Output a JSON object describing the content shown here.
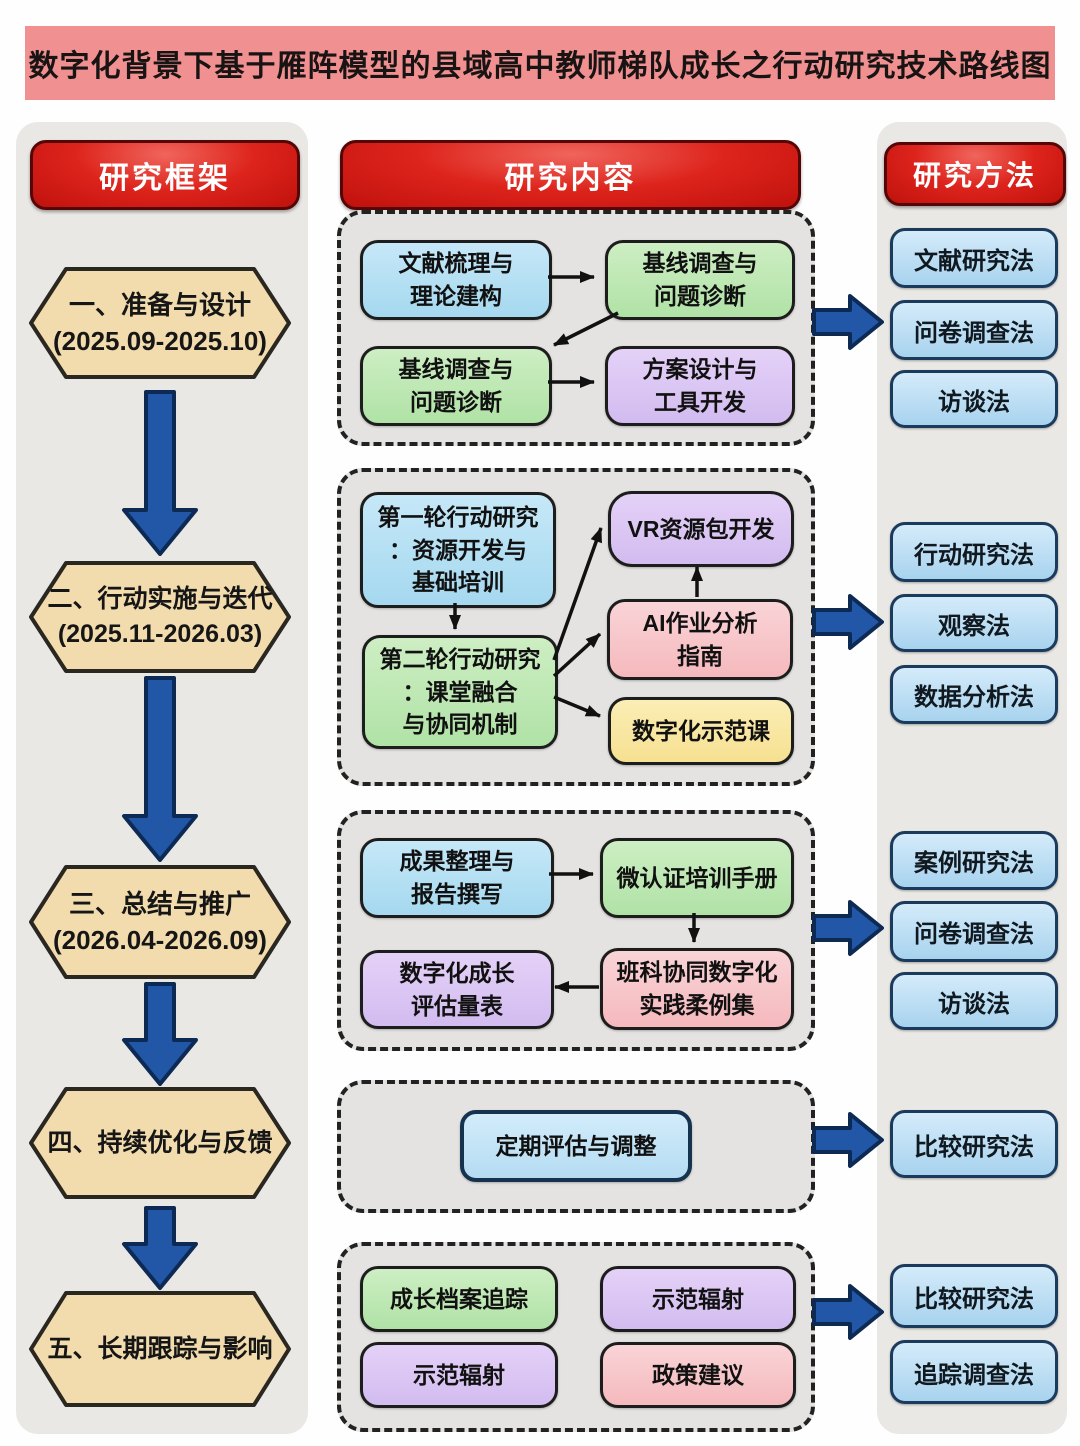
{
  "title": "数字化背景下基于雁阵模型的县域高中教师梯队成长之行动研究技术路线图",
  "headers": {
    "framework": "研究框架",
    "content": "研究内容",
    "methods": "研究方法"
  },
  "stages": [
    {
      "name": "一、准备与设计",
      "date": "(2025.09-2025.10)"
    },
    {
      "name": "二、行动实施与迭代",
      "date": "(2025.11-2026.03)"
    },
    {
      "name": "三、总结与推广",
      "date": "(2026.04-2026.09)"
    },
    {
      "name": "四、持续优化与反馈",
      "date": ""
    },
    {
      "name": "五、长期跟踪与影响",
      "date": ""
    }
  ],
  "content_blocks": [
    {
      "boxes": [
        {
          "text": "文献梳理与\n理论建构",
          "color": "blue"
        },
        {
          "text": "基线调查与\n问题诊断",
          "color": "green"
        },
        {
          "text": "基线调查与\n问题诊断",
          "color": "green"
        },
        {
          "text": "方案设计与\n工具开发",
          "color": "purple"
        }
      ]
    },
    {
      "boxes": [
        {
          "text": "第一轮行动研究\n：资源开发与\n基础培训",
          "color": "blue"
        },
        {
          "text": "第二轮行动研究\n：课堂融合\n与协同机制",
          "color": "green"
        },
        {
          "text": "VR资源包开发",
          "color": "purple"
        },
        {
          "text": "AI作业分析\n指南",
          "color": "pink"
        },
        {
          "text": "数字化示范课",
          "color": "yellow"
        }
      ]
    },
    {
      "boxes": [
        {
          "text": "成果整理与\n报告撰写",
          "color": "blue"
        },
        {
          "text": "微认证培训手册",
          "color": "green"
        },
        {
          "text": "数字化成长\n评估量表",
          "color": "purple"
        },
        {
          "text": "班科协同数字化\n实践柔例集",
          "color": "pink"
        }
      ]
    },
    {
      "boxes": [
        {
          "text": "定期评估与调整",
          "color": "lightblue"
        }
      ]
    },
    {
      "boxes": [
        {
          "text": "成长档案追踪",
          "color": "green"
        },
        {
          "text": "示范辐射",
          "color": "purple"
        },
        {
          "text": "示范辐射",
          "color": "purple"
        },
        {
          "text": "政策建议",
          "color": "pink"
        }
      ]
    }
  ],
  "method_groups": [
    {
      "items": [
        "文献研究法",
        "问卷调查法",
        "访谈法"
      ]
    },
    {
      "items": [
        "行动研究法",
        "观察法",
        "数据分析法"
      ]
    },
    {
      "items": [
        "案例研究法",
        "问卷调查法",
        "访谈法"
      ]
    },
    {
      "items": [
        "比较研究法"
      ]
    },
    {
      "items": [
        "比较研究法",
        "追踪调查法"
      ]
    }
  ],
  "palette": {
    "banner_bg": "#f19090",
    "header_red": "#d8201a",
    "hexagon_fill": "#f2dcae",
    "arrow_blue": "#2257a8",
    "box_blue": "#b4ddf3",
    "box_green": "#bfe8b2",
    "box_purple": "#d9c4f2",
    "box_pink": "#f7c3c7",
    "box_yellow": "#f9e6a3",
    "method_blue": "#bcdcf2",
    "block_bg": "#e4e3e1",
    "column_bg": "#e9e8e5"
  }
}
